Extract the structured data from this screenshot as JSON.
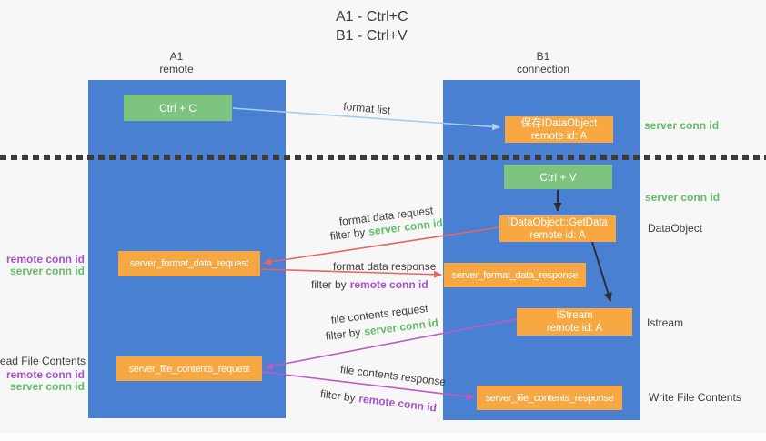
{
  "colors": {
    "background": "#f7f7f8",
    "bottom_strip": "#fdfdfd",
    "column_blue": "#4a80d2",
    "box_green": "#7cc480",
    "box_orange": "#f8a843",
    "box_text": "#ffffff",
    "arrow_blue": "#a6cdee",
    "arrow_red": "#e76460",
    "arrow_purple": "#bc5bc4",
    "arrow_black": "#2e2e2e",
    "divider": "#3b3b3b",
    "text_dark": "#3d3d3d",
    "text_green": "#63bd66",
    "text_purple": "#a952c6"
  },
  "title": {
    "line1": "A1 - Ctrl+C",
    "line2": "B1 - Ctrl+V"
  },
  "columns": {
    "left": {
      "name_line": "A1",
      "role_line": "remote"
    },
    "right": {
      "name_line": "B1",
      "role_line": "connection"
    }
  },
  "nodes": {
    "ctrl_c": {
      "label": "Ctrl + C"
    },
    "ctrl_v": {
      "label": "Ctrl + V"
    },
    "save_idataobject": {
      "line1": "保存IDataObject",
      "line2": "remote id: A"
    },
    "getdata": {
      "line1": "IDataObject::GetData",
      "line2": "remote id: A"
    },
    "istream": {
      "line1": "IStream",
      "line2": "remote id: A"
    },
    "format_request": {
      "label": "server_format_data_request"
    },
    "format_response": {
      "label": "server_format_data_response"
    },
    "file_request": {
      "label": "server_file_contents_request"
    },
    "file_response": {
      "label": "server_file_contents_response"
    }
  },
  "edges": {
    "format_list": {
      "label": "format list"
    },
    "format_data_request": {
      "label": "format data request",
      "filter_prefix": "filter by",
      "filter_key": "server conn id"
    },
    "format_data_response": {
      "label": "format data response",
      "filter_prefix": "filter by",
      "filter_key": "remote conn id"
    },
    "file_contents_request": {
      "label": "file contents request",
      "filter_prefix": "filter by",
      "filter_key": "server conn id"
    },
    "file_contents_response": {
      "label": "file contents response",
      "filter_prefix": "filter by",
      "filter_key": "remote conn id"
    }
  },
  "annotations": {
    "right": {
      "server_conn_top": "server conn id",
      "server_conn_mid": "server conn id",
      "dataobject": "DataObject",
      "istream": "Istream",
      "write_file_contents": "Write File Contents"
    },
    "left": {
      "remote_conn_top": "remote conn id",
      "server_conn_top": "server conn id",
      "read_file_contents": "Read File Contents",
      "remote_conn_bottom": "remote conn id",
      "server_conn_bottom": "server conn id"
    }
  }
}
